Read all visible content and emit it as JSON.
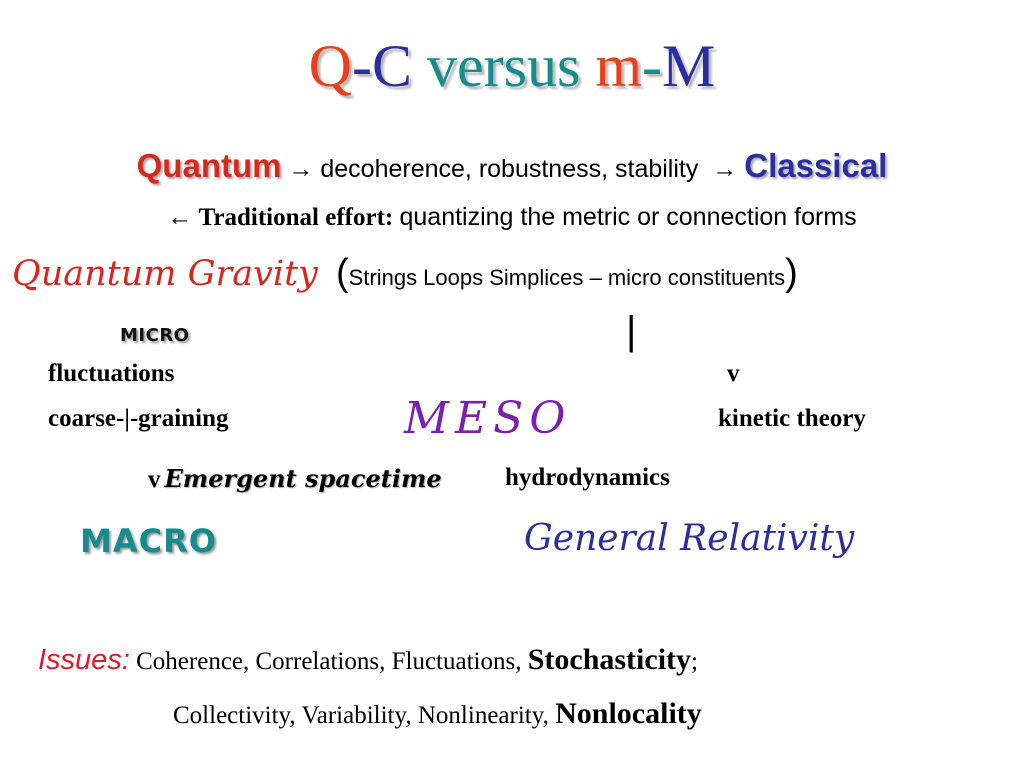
{
  "title": {
    "q": "Q",
    "dash1": "-",
    "c": "C",
    "versus": "versus",
    "m": "m",
    "dash2": "-",
    "M": "M"
  },
  "line2": {
    "quantum": "Quantum",
    "arrow1": "→",
    "middle": "decoherence, robustness, stability",
    "arrow2": "→",
    "classical": "Classical"
  },
  "line3": {
    "arrow": "←",
    "label": "Traditional effort:",
    "text": "quantizing the metric or connection forms"
  },
  "line4": {
    "qg": "Quantum Gravity",
    "open_paren": "(",
    "constituents": "Strings Loops Simplices – micro constituents",
    "close_paren": ")"
  },
  "micro": "MICRO",
  "bar": "|",
  "fluctuations": "fluctuations",
  "v1": "v",
  "coarse": "coarse-|-graining",
  "meso": "MESO",
  "kinetic": "kinetic theory",
  "emergent": {
    "v": "v",
    "text": "Emergent spacetime"
  },
  "hydrodynamics": "hydrodynamics",
  "macro": "MACRO",
  "general_relativity": "General Relativity",
  "issues": {
    "label": "Issues:",
    "line1_text": "Coherence, Correlations, Fluctuations,",
    "stochasticity": "Stochasticity",
    "semicolon": ";",
    "line2_text": "Collectivity, Variability, Nonlinearity,",
    "nonlocality": "Nonlocality"
  },
  "colors": {
    "red": "#e8401c",
    "blue": "#2b2f9e",
    "teal": "#168c8c",
    "purple": "#7a1fb0"
  }
}
